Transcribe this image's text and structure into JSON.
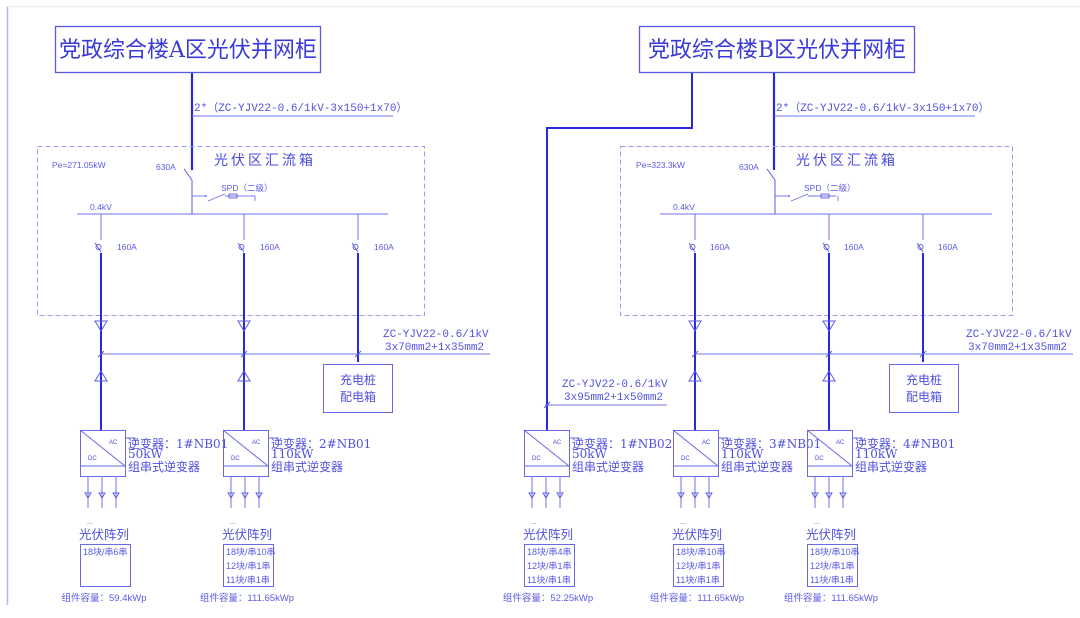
{
  "colors": {
    "line_heavy": "#2828e0",
    "line_light": "#7070ea",
    "dashed_box": "#9a9af0",
    "text": "#4a4ae0",
    "page_border": "#b8b8e8"
  },
  "sections": [
    {
      "id": "A",
      "cabinet_title": "党政综合楼A区光伏并网柜",
      "feeder_cable": "2*（ZC-YJV22-0.6/1kV-3x150+1x70）",
      "combiner": {
        "title": "光伏区汇流箱",
        "pe": "Pe=271.05kW",
        "main_breaker": "630A",
        "spd": "SPD（二级）",
        "bus_voltage": "0.4kV",
        "branch_breakers": [
          "160A",
          "160A",
          "160A"
        ]
      },
      "bus_cable": [
        "ZC-YJV22-0.6/1kV",
        "3x70mm2+1x35mm2"
      ],
      "charging_box": [
        "充电桩",
        "配电箱"
      ],
      "inverters": [
        {
          "ac": "AC",
          "dc": "DC",
          "name": "逆变器：1#NB01",
          "power": "50kW",
          "type": "组串式逆变器",
          "array_title": "光伏阵列",
          "ellipsis": "...",
          "strings": [
            "18块/串6串"
          ],
          "capacity": "组件容量：59.4kWp"
        },
        {
          "ac": "AC",
          "dc": "DC",
          "name": "逆变器：2#NB01",
          "power": "110kW",
          "type": "组串式逆变器",
          "array_title": "光伏阵列",
          "ellipsis": "...",
          "strings": [
            "18块/串10串",
            "12块/串1串",
            "11块/串1串"
          ],
          "capacity": "组件容量：111.65kWp"
        }
      ]
    },
    {
      "id": "B",
      "cabinet_title": "党政综合楼B区光伏并网柜",
      "feeder_cable": "2*（ZC-YJV22-0.6/1kV-3x150+1x70）",
      "direct_cable": [
        "ZC-YJV22-0.6/1kV",
        "3x95mm2+1x50mm2"
      ],
      "combiner": {
        "title": "光伏区汇流箱",
        "pe": "Pe=323.3kW",
        "main_breaker": "630A",
        "spd": "SPD（二级）",
        "bus_voltage": "0.4kV",
        "branch_breakers": [
          "160A",
          "160A",
          "160A"
        ]
      },
      "bus_cable": [
        "ZC-YJV22-0.6/1kV",
        "3x70mm2+1x35mm2"
      ],
      "charging_box": [
        "充电桩",
        "配电箱"
      ],
      "inverters": [
        {
          "ac": "AC",
          "dc": "DC",
          "name": "逆变器：1#NB02",
          "power": "50kW",
          "type": "组串式逆变器",
          "array_title": "光伏阵列",
          "ellipsis": "...",
          "strings": [
            "18块/串4串",
            "12块/串1串",
            "11块/串1串"
          ],
          "capacity": "组件容量：52.25kWp"
        },
        {
          "ac": "AC",
          "dc": "DC",
          "name": "逆变器：3#NB01",
          "power": "110kW",
          "type": "组串式逆变器",
          "array_title": "光伏阵列",
          "ellipsis": "...",
          "strings": [
            "18块/串10串",
            "12块/串1串",
            "11块/串1串"
          ],
          "capacity": "组件容量：111.65kWp"
        },
        {
          "ac": "AC",
          "dc": "DC",
          "name": "逆变器：4#NB01",
          "power": "110kW",
          "type": "组串式逆变器",
          "array_title": "光伏阵列",
          "ellipsis": "...",
          "strings": [
            "18块/串10串",
            "12块/串1串",
            "11块/串1串"
          ],
          "capacity": "组件容量：111.65kWp"
        }
      ]
    }
  ]
}
